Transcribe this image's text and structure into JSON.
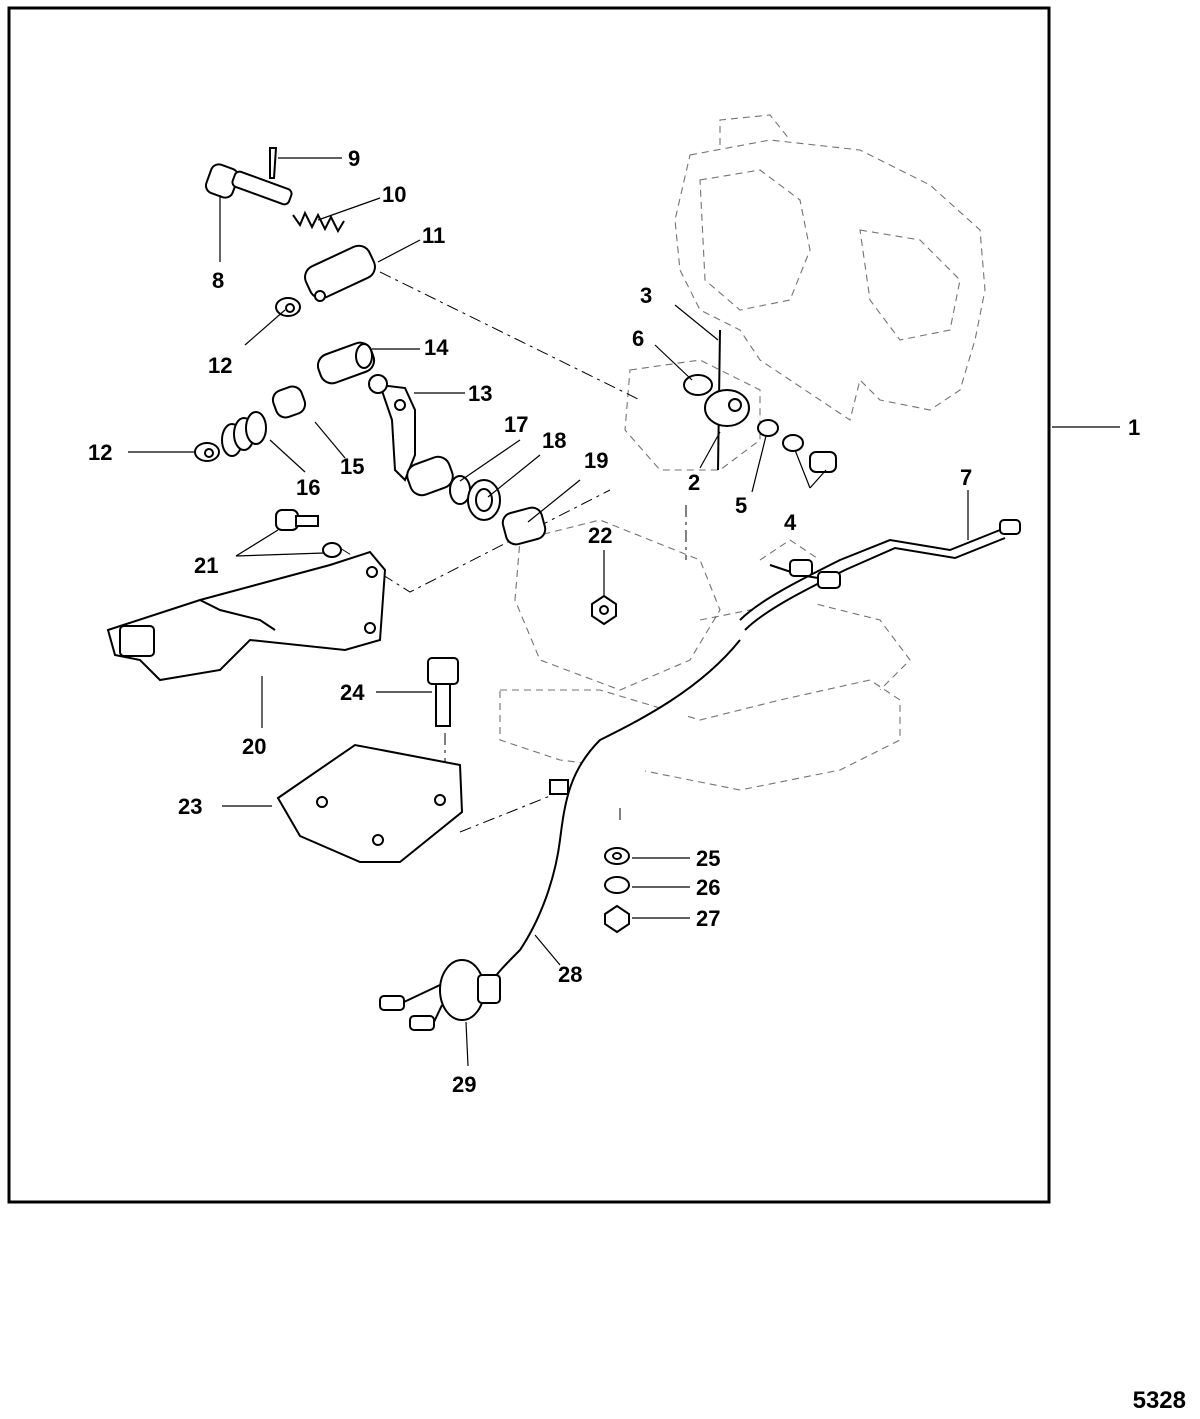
{
  "figure": {
    "number": "5328"
  },
  "callouts": [
    {
      "id": "1",
      "label": "1"
    },
    {
      "id": "2",
      "label": "2"
    },
    {
      "id": "3",
      "label": "3"
    },
    {
      "id": "4",
      "label": "4"
    },
    {
      "id": "5",
      "label": "5"
    },
    {
      "id": "6",
      "label": "6"
    },
    {
      "id": "7",
      "label": "7"
    },
    {
      "id": "8",
      "label": "8"
    },
    {
      "id": "9",
      "label": "9"
    },
    {
      "id": "10",
      "label": "10"
    },
    {
      "id": "11",
      "label": "11"
    },
    {
      "id": "12a",
      "label": "12"
    },
    {
      "id": "12b",
      "label": "12"
    },
    {
      "id": "13",
      "label": "13"
    },
    {
      "id": "14",
      "label": "14"
    },
    {
      "id": "15",
      "label": "15"
    },
    {
      "id": "16",
      "label": "16"
    },
    {
      "id": "17",
      "label": "17"
    },
    {
      "id": "18",
      "label": "18"
    },
    {
      "id": "19",
      "label": "19"
    },
    {
      "id": "20",
      "label": "20"
    },
    {
      "id": "21",
      "label": "21"
    },
    {
      "id": "22",
      "label": "22"
    },
    {
      "id": "23",
      "label": "23"
    },
    {
      "id": "24",
      "label": "24"
    },
    {
      "id": "25",
      "label": "25"
    },
    {
      "id": "26",
      "label": "26"
    },
    {
      "id": "27",
      "label": "27"
    },
    {
      "id": "28",
      "label": "28"
    },
    {
      "id": "29",
      "label": "29"
    }
  ]
}
